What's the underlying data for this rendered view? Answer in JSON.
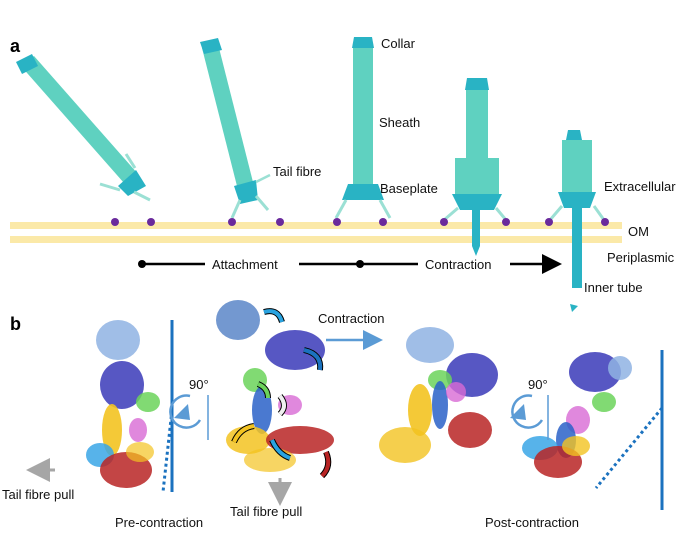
{
  "figure": {
    "panel_a": {
      "letter": "a",
      "labels": {
        "collar": "Collar",
        "sheath": "Sheath",
        "tail_fibre": "Tail fibre",
        "baseplate": "Baseplate",
        "extracellular": "Extracellular",
        "om": "OM",
        "periplasmic": "Periplasmic",
        "inner_tube": "Inner tube"
      },
      "timeline": {
        "attachment": "Attachment",
        "contraction": "Contraction"
      }
    },
    "panel_b": {
      "letter": "b",
      "labels": {
        "contraction": "Contraction",
        "rotation_left": "90°",
        "rotation_right": "90°",
        "tail_fibre_pull_left": "Tail fibre pull",
        "tail_fibre_pull_center": "Tail fibre pull",
        "pre_contraction": "Pre-contraction",
        "post_contraction": "Post-contraction"
      }
    }
  },
  "colors": {
    "sheath": "#5fd1c0",
    "baseplate": "#29b3c4",
    "membrane": "#fbe9a8",
    "lipid_dot": "#6a2a9c",
    "arrow_blue": "#5b9bd5",
    "axis_blue": "#1b72bf"
  }
}
